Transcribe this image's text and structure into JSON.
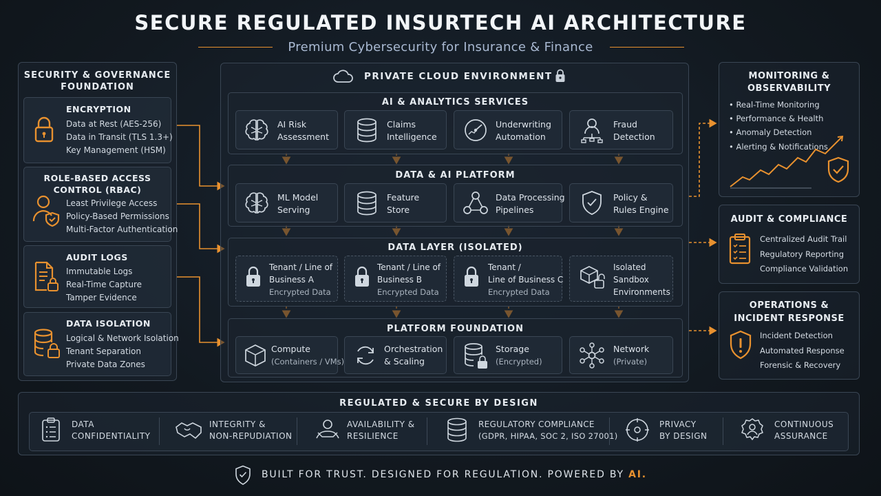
{
  "title": "SECURE REGULATED INSURTECH AI ARCHITECTURE",
  "subtitle": "Premium Cybersecurity for Insurance & Finance",
  "left": {
    "header_line1": "SECURITY & GOVERNANCE",
    "header_line2": "FOUNDATION",
    "sections": [
      {
        "title": "ENCRYPTION",
        "items": [
          "Data at Rest (AES-256)",
          "Data in Transit (TLS 1.3+)",
          "Key Management (HSM)"
        ],
        "icon": "padlock-icon"
      },
      {
        "title_line1": "ROLE-BASED ACCESS",
        "title_line2": "CONTROL (RBAC)",
        "items": [
          "Least Privilege Access",
          "Policy-Based Permissions",
          "Multi-Factor Authentication"
        ],
        "icon": "user-shield-icon"
      },
      {
        "title": "AUDIT LOGS",
        "items": [
          "Immutable Logs",
          "Real-Time Capture",
          "Tamper Evidence"
        ],
        "icon": "document-lock-icon"
      },
      {
        "title": "DATA ISOLATION",
        "items": [
          "Logical & Network Isolation",
          "Tenant Separation",
          "Private Data Zones"
        ],
        "icon": "database-lock-icon"
      }
    ]
  },
  "center": {
    "header": "PRIVATE CLOUD ENVIRONMENT",
    "layers": [
      {
        "title": "AI & ANALYTICS SERVICES",
        "services": [
          {
            "line1": "AI Risk",
            "line2": "Assessment",
            "icon": "brain-icon"
          },
          {
            "line1": "Claims",
            "line2": "Intelligence",
            "icon": "database-icon"
          },
          {
            "line1": "Underwriting",
            "line2": "Automation",
            "icon": "gauge-icon"
          },
          {
            "line1": "Fraud",
            "line2": "Detection",
            "icon": "user-network-icon"
          }
        ]
      },
      {
        "title": "DATA & AI PLATFORM",
        "services": [
          {
            "line1": "ML Model",
            "line2": "Serving",
            "icon": "brain-icon"
          },
          {
            "line1": "Feature",
            "line2": "Store",
            "icon": "database-icon"
          },
          {
            "line1": "Data Processing",
            "line2": "Pipelines",
            "icon": "nodes-icon"
          },
          {
            "line1": "Policy &",
            "line2": "Rules Engine",
            "icon": "shield-check-icon"
          }
        ]
      },
      {
        "title": "DATA LAYER (ISOLATED)",
        "services": [
          {
            "line1": "Tenant / Line of",
            "line2": "Business A",
            "line3": "Encrypted Data",
            "icon": "padlock-icon"
          },
          {
            "line1": "Tenant / Line of",
            "line2": "Business B",
            "line3": "Encrypted Data",
            "icon": "padlock-icon"
          },
          {
            "line1": "Tenant /",
            "line2": "Line of Business C",
            "line3": "Encrypted Data",
            "icon": "padlock-icon"
          },
          {
            "line1": "Isolated",
            "line2": "Sandbox",
            "line3": "Environments",
            "icon": "cubes-icon"
          }
        ]
      },
      {
        "title": "PLATFORM FOUNDATION",
        "services": [
          {
            "line1": "Compute",
            "line2": "(Containers / VMs)",
            "icon": "cube-icon"
          },
          {
            "line1": "Orchestration",
            "line2": "& Scaling",
            "icon": "refresh-icon"
          },
          {
            "line1": "Storage",
            "line2": "(Encrypted)",
            "icon": "database-lock-icon"
          },
          {
            "line1": "Network",
            "line2": "(Private)",
            "icon": "network-icon"
          }
        ]
      }
    ]
  },
  "right": [
    {
      "title_line1": "MONITORING &",
      "title_line2": "OBSERVABILITY",
      "items": [
        "Real-Time Monitoring",
        "Performance & Health",
        "Anomaly Detection",
        "Alerting & Notifications"
      ],
      "icon": "chart-shield-icon"
    },
    {
      "title": "AUDIT & COMPLIANCE",
      "items": [
        "Centralized Audit Trail",
        "Regulatory Reporting",
        "Compliance Validation"
      ],
      "icon": "clipboard-icon"
    },
    {
      "title_line1": "OPERATIONS &",
      "title_line2": "INCIDENT RESPONSE",
      "items": [
        "Incident Detection",
        "Automated Response",
        "Forensic & Recovery"
      ],
      "icon": "shield-alert-icon"
    }
  ],
  "bottom": {
    "header": "REGULATED & SECURE BY DESIGN",
    "items": [
      {
        "line1": "DATA",
        "line2": "CONFIDENTIALITY",
        "icon": "clipboard-list-icon"
      },
      {
        "line1": "INTEGRITY &",
        "line2": "NON-REPUDIATION",
        "icon": "handshake-icon"
      },
      {
        "line1": "AVAILABILITY &",
        "line2": "RESILIENCE",
        "icon": "user-hands-icon"
      },
      {
        "line1": "REGULATORY COMPLIANCE",
        "line2": "(GDPR, HIPAA, SOC 2, ISO 27001)",
        "icon": "database-icon"
      },
      {
        "line1": "PRIVACY",
        "line2": "BY DESIGN",
        "icon": "target-icon"
      },
      {
        "line1": "CONTINUOUS",
        "line2": "ASSURANCE",
        "icon": "user-badge-icon"
      }
    ]
  },
  "footer": {
    "text": "BUILT FOR TRUST. DESIGNED FOR REGULATION. POWERED BY ",
    "highlight": "AI."
  },
  "colors": {
    "accent": "#e8912f",
    "panel_border": "#3a4654",
    "text": "#d6dde4",
    "background": "#131a21"
  }
}
